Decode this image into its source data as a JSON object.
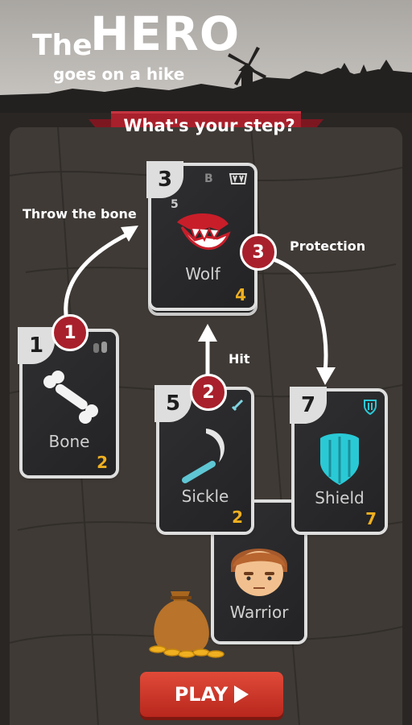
{
  "title": {
    "the": "The",
    "hero": "HERO",
    "subtitle": "goes on a hike"
  },
  "banner": {
    "text": "What's your step?"
  },
  "cards": {
    "wolf": {
      "number": "3",
      "name": "Wolf",
      "value": "4",
      "tag": "B",
      "sub_number": "5"
    },
    "bone": {
      "number": "1",
      "name": "Bone",
      "value": "2"
    },
    "sickle": {
      "number": "5",
      "name": "Sickle",
      "value": "2"
    },
    "shield": {
      "number": "7",
      "name": "Shield",
      "value": "7"
    },
    "warrior": {
      "name": "Warrior"
    }
  },
  "steps": {
    "step1": {
      "badge": "1",
      "label": "Throw the bone"
    },
    "step2": {
      "badge": "2",
      "label": "Hit"
    },
    "step3": {
      "badge": "3",
      "label": "Protection"
    }
  },
  "play": {
    "label": "PLAY"
  },
  "colors": {
    "accent_red": "#a8202b",
    "play_red": "#c7321f",
    "value_gold": "#f0b020",
    "shield_cyan": "#2ac9d6",
    "card_face": "#2a2a2c"
  }
}
